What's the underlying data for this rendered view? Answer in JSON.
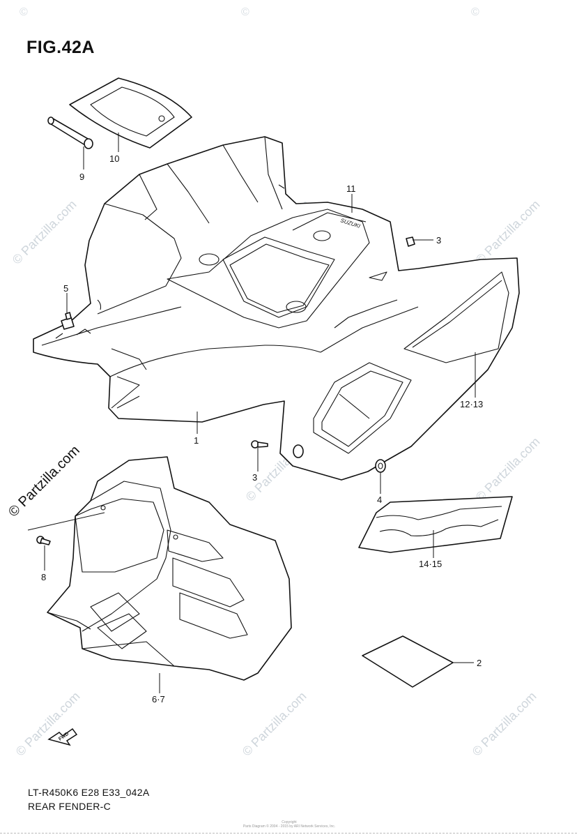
{
  "figure": {
    "title": "FIG.42A",
    "model_code": "LT-R450K6 E28 E33_042A",
    "section_name": "REAR FENDER-C",
    "copyright_lines": [
      "Copyright",
      "Parts Diagram © 2004 - 2015 by ARI Network Services, Inc."
    ]
  },
  "callouts": [
    {
      "id": "1",
      "label": "1"
    },
    {
      "id": "2",
      "label": "2"
    },
    {
      "id": "3a",
      "label": "3"
    },
    {
      "id": "3b",
      "label": "3"
    },
    {
      "id": "4",
      "label": "4"
    },
    {
      "id": "5",
      "label": "5"
    },
    {
      "id": "6-7",
      "label": "6·7"
    },
    {
      "id": "8",
      "label": "8"
    },
    {
      "id": "9",
      "label": "9"
    },
    {
      "id": "10",
      "label": "10"
    },
    {
      "id": "11",
      "label": "11"
    },
    {
      "id": "12-13",
      "label": "12·13"
    },
    {
      "id": "14-15",
      "label": "14·15"
    }
  ],
  "watermarks": {
    "brand": "© Partzilla.com",
    "brand_short": "©"
  },
  "fwd_badge": "FWD",
  "colors": {
    "line": "#111111",
    "watermark": "#cfd6dc",
    "background": "#ffffff"
  }
}
